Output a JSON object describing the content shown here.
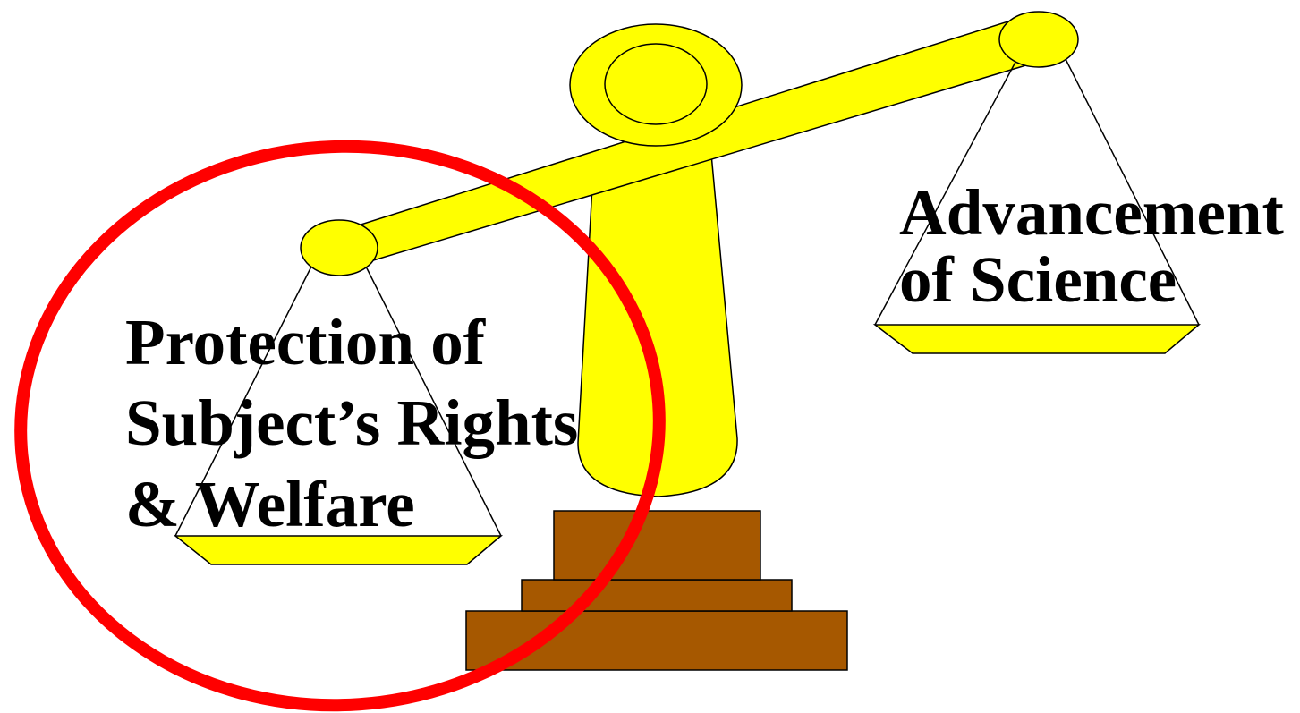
{
  "labels": {
    "left_pan": [
      "Protection of",
      "Subject’s Rights",
      "& Welfare"
    ],
    "right_pan": [
      "Advancement",
      "of Science"
    ]
  },
  "colors": {
    "brass": "#ffff00",
    "base": "#a65800",
    "circle": "#ff0000",
    "outline": "#000000",
    "background": "#ffffff"
  }
}
